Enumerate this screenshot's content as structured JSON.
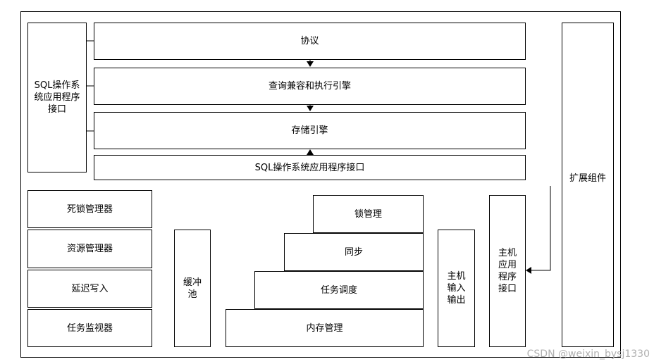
{
  "diagram": {
    "api_left": "SQL操作系统应用程序接口",
    "protocol": "协议",
    "query_engine": "查询兼容和执行引擎",
    "storage_engine": "存储引擎",
    "api_bar": "SQL操作系统应用程序接口",
    "extension": "扩展组件",
    "left_stack": [
      "死锁管理器",
      "资源管理器",
      "延迟写入",
      "任务监视器"
    ],
    "buffer_pool": "缓冲池",
    "staircase": [
      "锁管理",
      "同步",
      "任务调度",
      "内存管理"
    ],
    "host_io": "主机输入输出",
    "host_api": "主机应用程序接口"
  },
  "watermark": "CSDN @weixin_bysj1330"
}
